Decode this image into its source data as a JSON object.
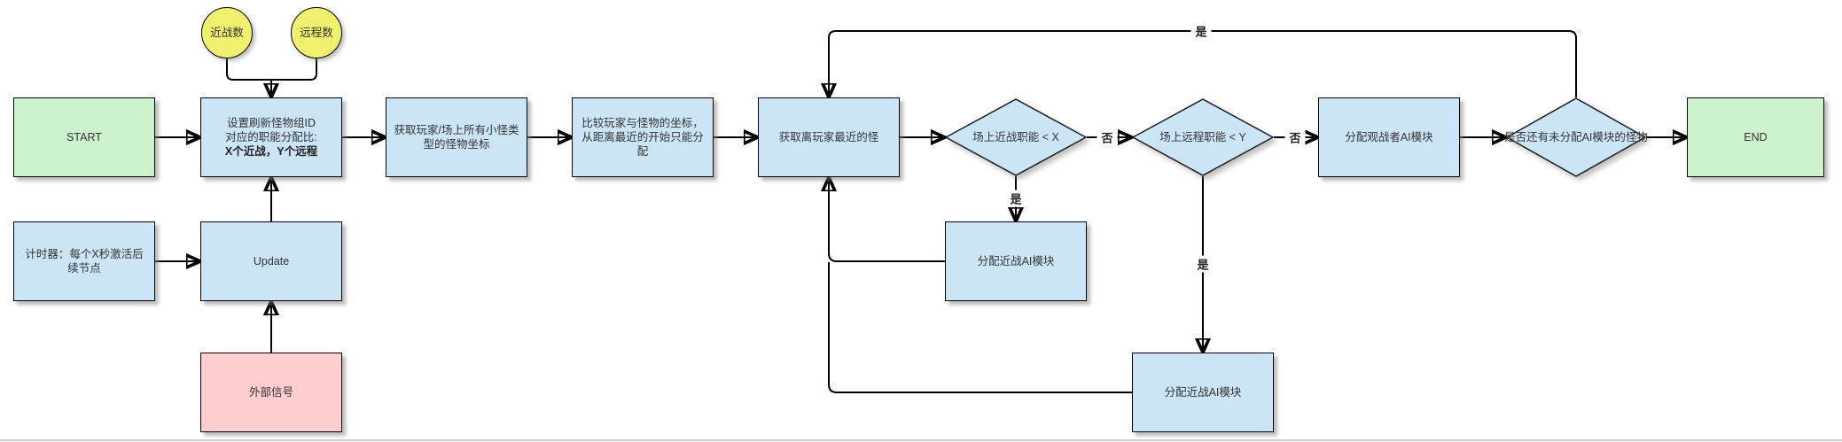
{
  "diagram": {
    "colors": {
      "process_fill": "#cce5f6",
      "terminator_fill": "#cdf3cd",
      "signal_fill": "#ffcdcd",
      "input_fill": "#f0f06e",
      "stroke": "#000000"
    },
    "nodes": {
      "start": {
        "label": "START"
      },
      "end": {
        "label": "END"
      },
      "melee_count": {
        "label": "近战数"
      },
      "ranged_count": {
        "label": "远程数"
      },
      "setup": {
        "line1": "设置刷新怪物组ID",
        "line2": "对应的职能分配比:",
        "line3": "X个近战，Y个远程"
      },
      "get_coords": {
        "label": "获取玩家/场上所有小怪类型的怪物坐标"
      },
      "compare": {
        "label": "比较玩家与怪物的坐标，从距离最近的开始只能分配"
      },
      "get_nearest": {
        "label": "获取离玩家最近的怪"
      },
      "melee_check": {
        "label": "场上近战职能 < X"
      },
      "ranged_check": {
        "label": "场上远程职能 < Y"
      },
      "assign_spectator": {
        "label": "分配观战者AI模块"
      },
      "remaining_check": {
        "label": "是否还有未分配AI模块的怪物"
      },
      "timer": {
        "label": "计时器：每个X秒激活后续节点"
      },
      "update": {
        "label": "Update"
      },
      "assign_melee_1": {
        "label": "分配近战AI模块"
      },
      "external_signal": {
        "label": "外部信号"
      },
      "assign_melee_2": {
        "label": "分配近战AI模块"
      }
    },
    "edge_labels": {
      "loop_yes": "是",
      "melee_no": "否",
      "ranged_no": "否",
      "melee_yes": "是",
      "ranged_yes": "是"
    }
  }
}
